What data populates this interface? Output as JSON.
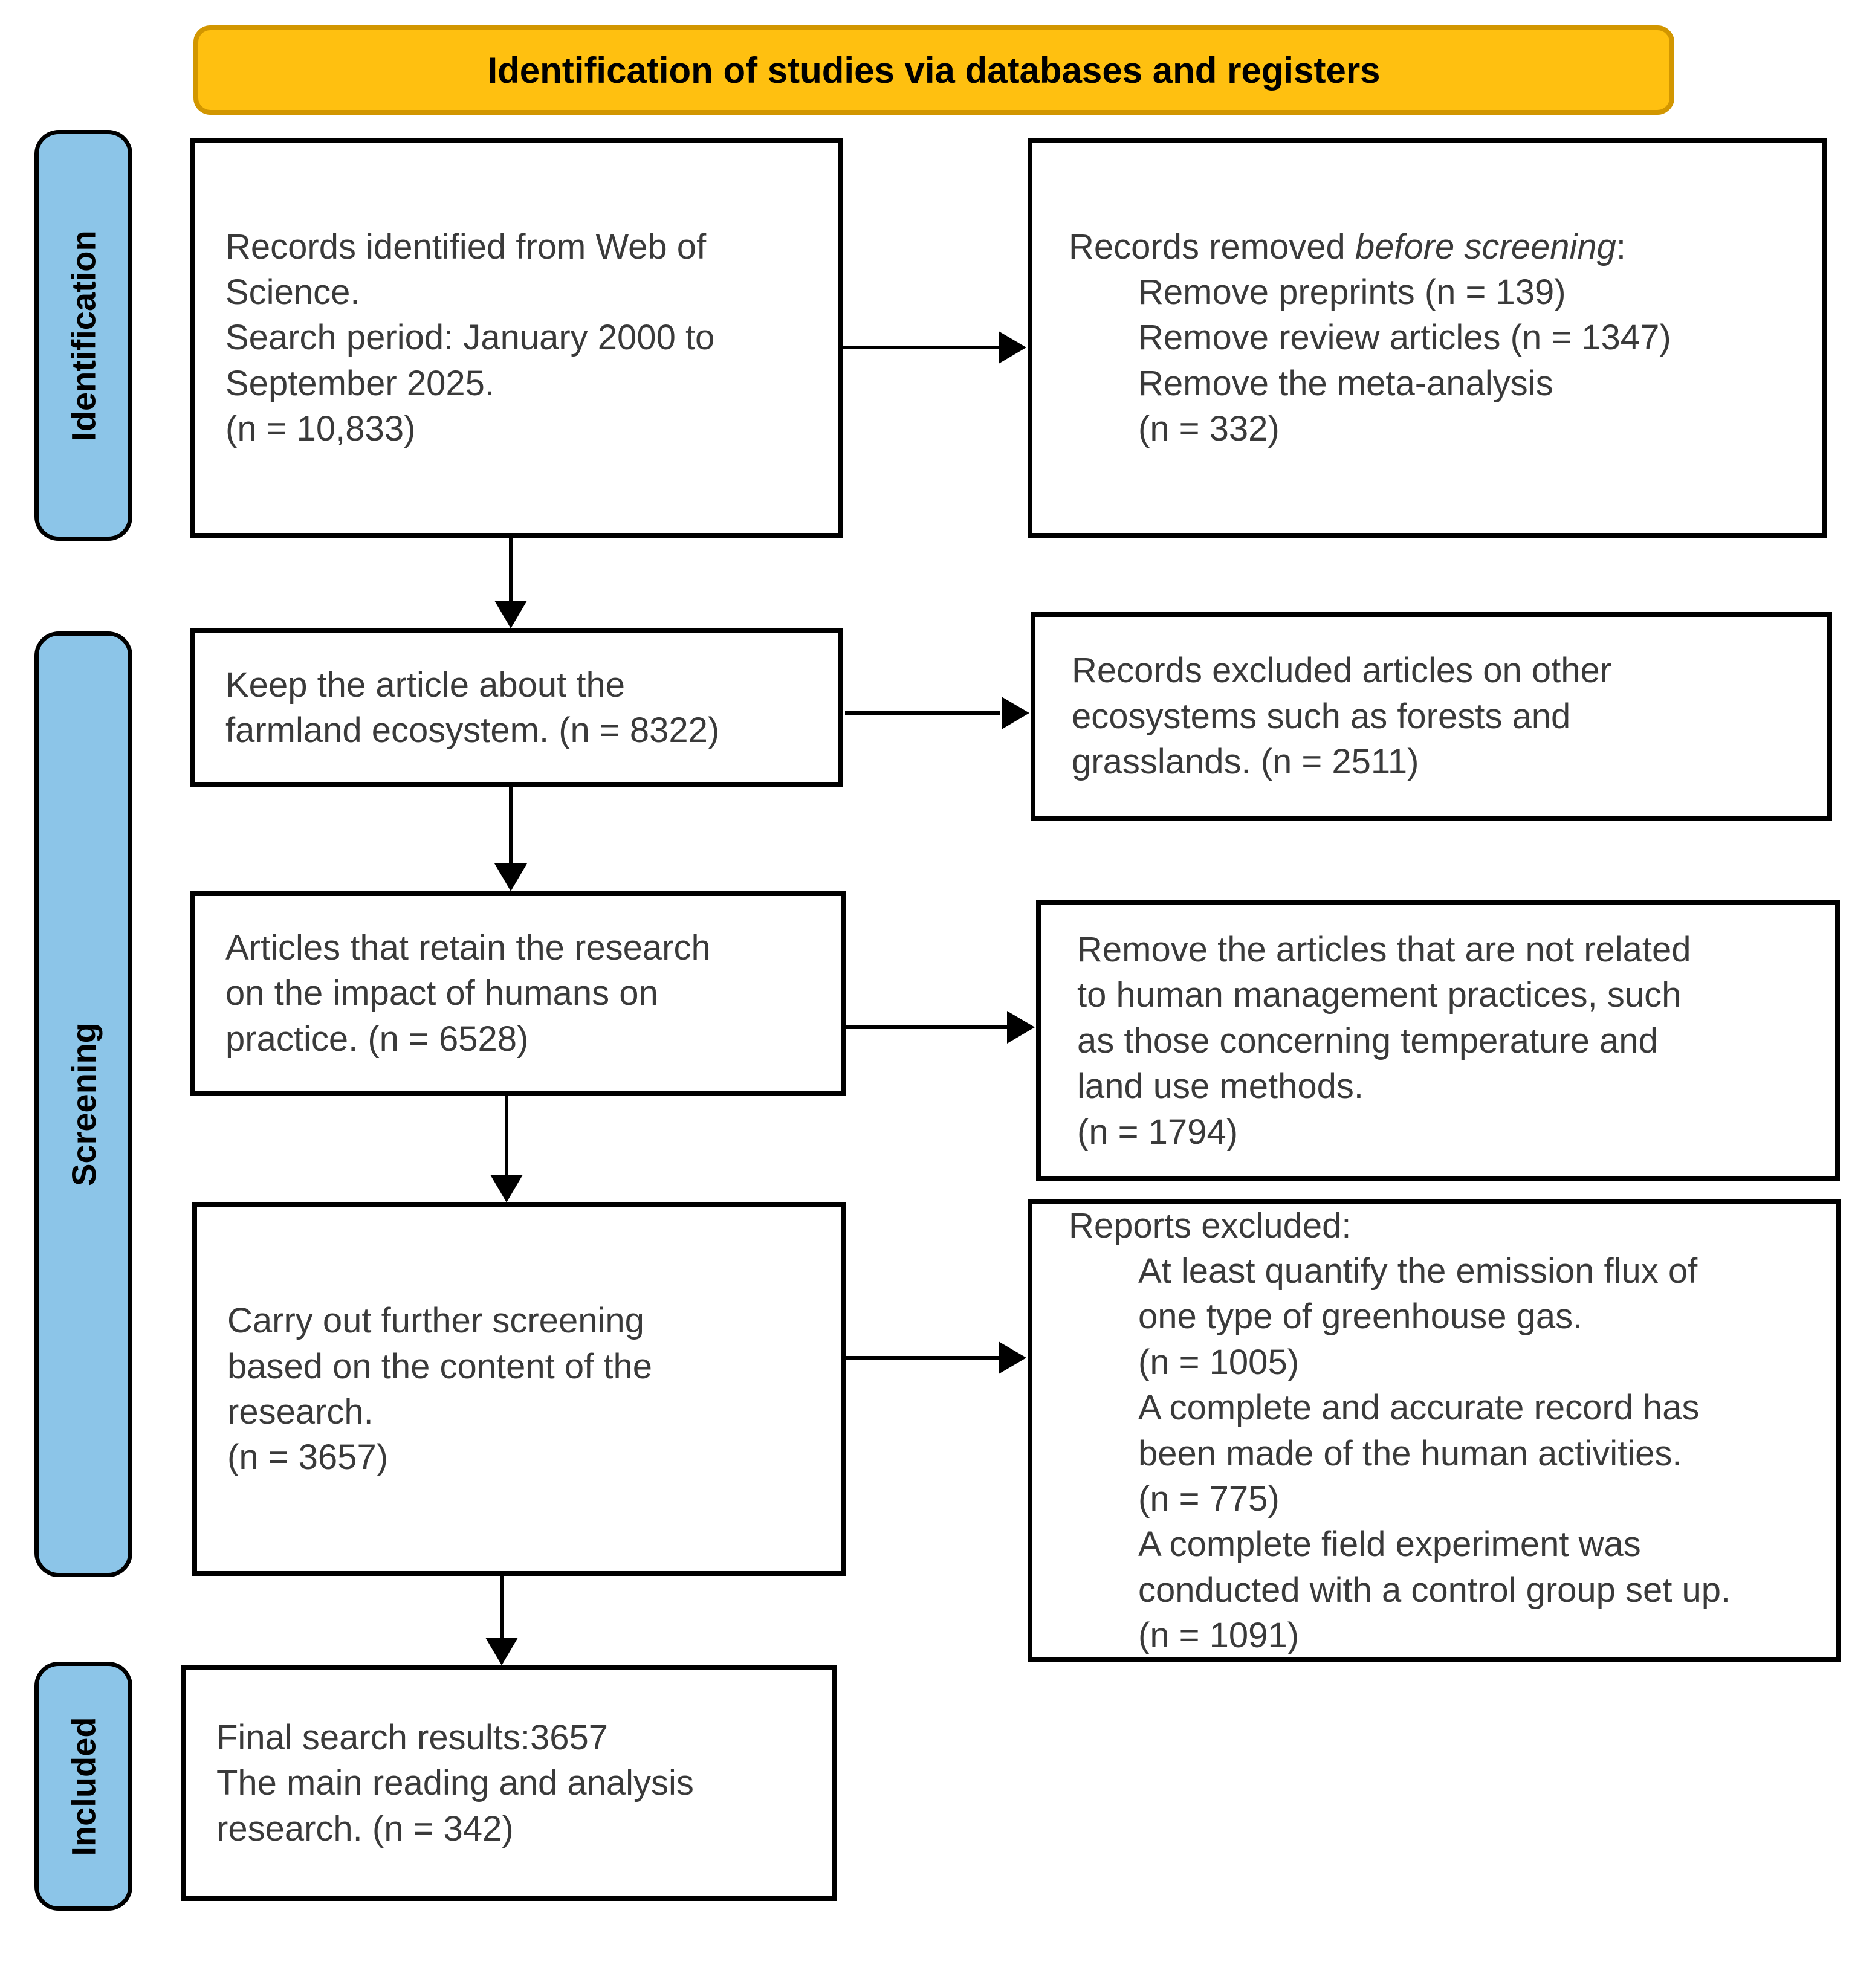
{
  "diagram": {
    "title": "Identification of studies via databases and registers",
    "colors": {
      "header_fill": "#FFC010",
      "header_border": "#D29600",
      "stage_fill": "#8CC5E8",
      "stage_border": "#000000",
      "box_border": "#000000",
      "body_text": "#3A3A3A"
    },
    "stages": {
      "identification": "Identification",
      "screening": "Screening",
      "included": "Included"
    },
    "boxes": {
      "records_identified": "Records identified from Web of\nScience.\nSearch period: January 2000 to\nSeptember 2025.\n(n = 10,833)",
      "records_removed": {
        "prefix": "Records removed ",
        "emphasis": "before screening",
        "suffix": ":",
        "items": [
          "Remove preprints (n = 139)",
          "Remove review articles (n = 1347)",
          "Remove the meta-analysis\n(n = 332)"
        ]
      },
      "keep_farmland": "Keep the article about the\nfarmland ecosystem. (n = 8322)",
      "records_excluded": "Records excluded articles on other\necosystems such as forests and\ngrasslands. (n = 2511)",
      "articles_retain": "Articles that retain the research\non the impact of humans on\npractice. (n = 6528)",
      "remove_not_related": "Remove the articles that are not related\nto human management practices, such\nas those concerning temperature and\nland use methods.\n(n = 1794)",
      "further_screening": "Carry out further screening\nbased on the content of the\nresearch.\n(n = 3657)",
      "reports_excluded": {
        "title": "Reports excluded:",
        "items": [
          "At least quantify the emission flux of\none type of greenhouse gas.\n(n = 1005)",
          "A complete and accurate record has\nbeen made of the human activities.\n(n = 775)",
          "A complete field experiment was\nconducted with a control group set up.\n(n = 1091)"
        ]
      },
      "final_results": "Final search results:3657\nThe main reading and analysis\nresearch. (n = 342)"
    }
  }
}
